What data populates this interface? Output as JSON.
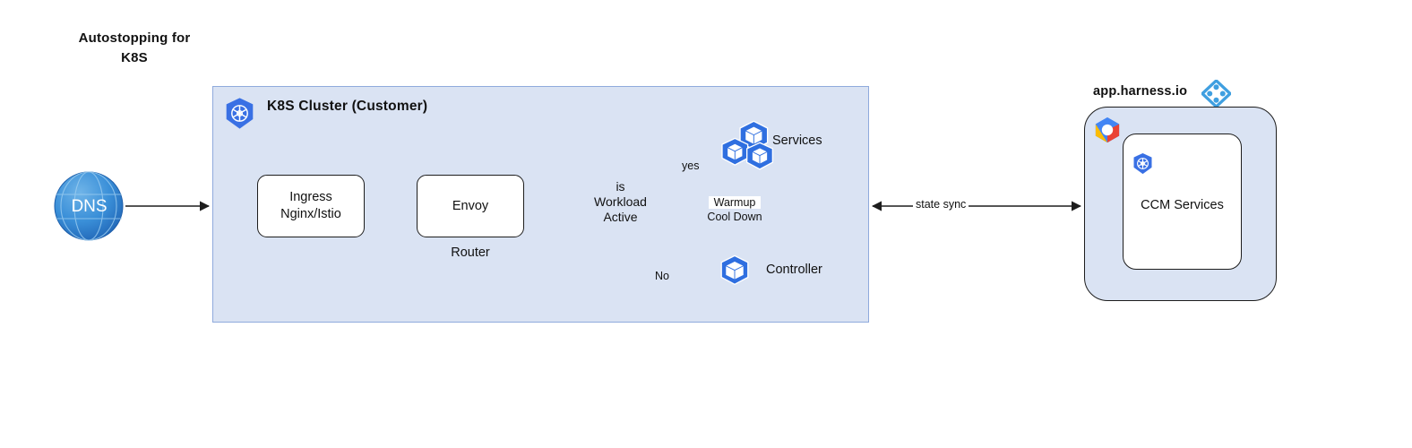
{
  "diagram": {
    "title": "Autostopping for\nK8S",
    "title_line1": "Autostopping for",
    "title_line2": "K8S"
  },
  "cluster": {
    "title": "K8S Cluster (Customer)",
    "icon": "kubernetes-icon",
    "background_color": "#dae3f3",
    "border_color": "#8faadc"
  },
  "entry": {
    "dns_label": "DNS",
    "icon": "globe-icon",
    "color": "#2f7fd1"
  },
  "nodes": {
    "ingress": {
      "line1": "Ingress",
      "line2": "Nginx/Istio"
    },
    "envoy": {
      "label": "Envoy",
      "caption": "Router"
    },
    "decision": {
      "line1": "is",
      "line2": "Workload",
      "line3": "Active"
    },
    "services": {
      "label": "Services",
      "icon": "services-cubes-icon"
    },
    "controller": {
      "label": "Controller",
      "icon": "controller-cube-icon"
    }
  },
  "edges": {
    "yes": "yes",
    "no": "No",
    "warmup": "Warmup",
    "cooldown": "Cool Down",
    "state_sync": "state sync"
  },
  "harness": {
    "title": "app.harness.io",
    "logo_icon": "harness-logo-icon",
    "cloud_icon": "google-cloud-icon",
    "k8s_icon": "kubernetes-icon",
    "ccm_label": "CCM Services",
    "panel_color": "#dae3f3"
  },
  "colors": {
    "k8s_blue": "#3970e4",
    "accent_blue": "#3f9fe0",
    "panel_blue": "#dae3f3",
    "stroke": "#1d1d1d"
  }
}
